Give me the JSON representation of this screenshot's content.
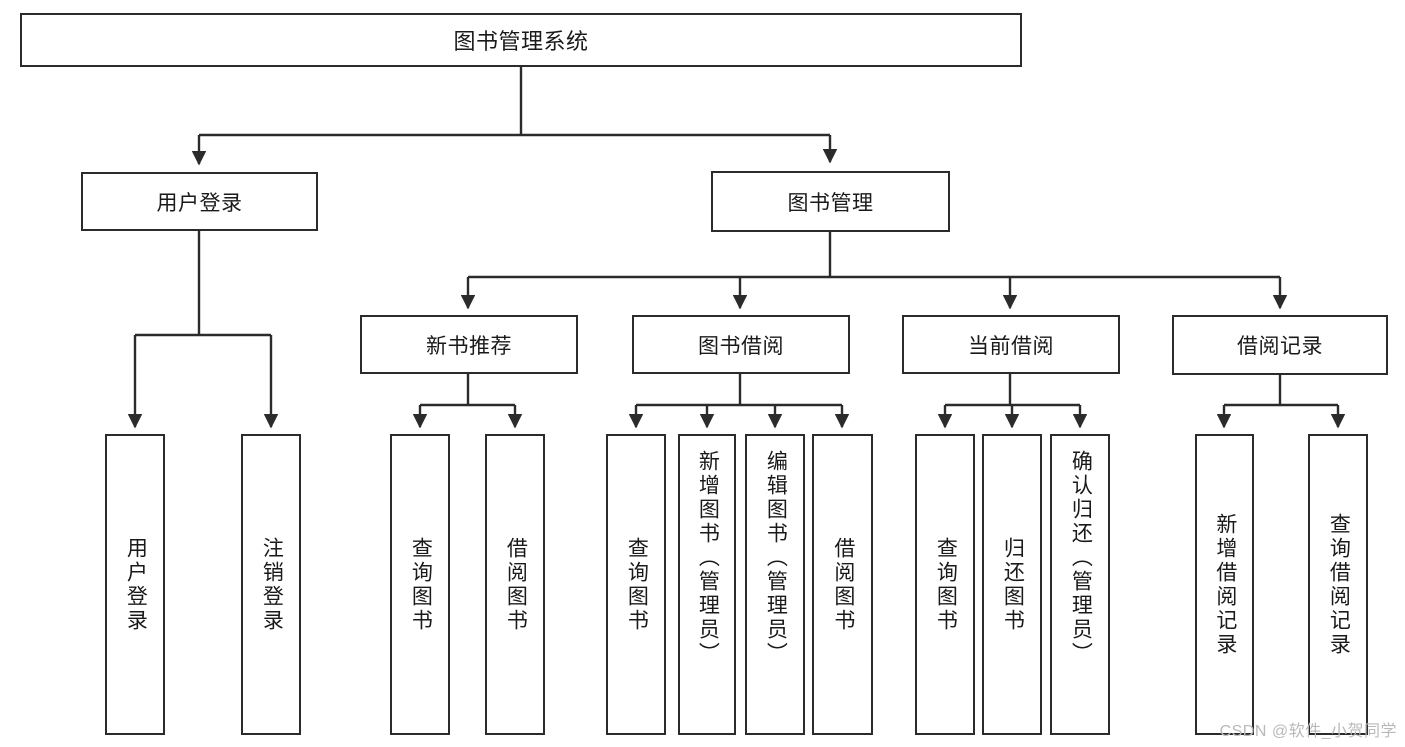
{
  "diagram": {
    "title": "图书管理系统",
    "type": "hierarchy-tree",
    "watermark": "CSDN @软件_小贺同学",
    "colors": {
      "stroke": "#2b2b2b",
      "background": "#ffffff",
      "text": "#1a1a1a",
      "watermark": "#b9b9b9"
    },
    "root": {
      "label": "图书管理系统"
    },
    "level1": [
      {
        "label": "用户登录"
      },
      {
        "label": "图书管理"
      }
    ],
    "level2": [
      {
        "label": "新书推荐"
      },
      {
        "label": "图书借阅"
      },
      {
        "label": "当前借阅"
      },
      {
        "label": "借阅记录"
      }
    ],
    "leaves": {
      "user_login": [
        {
          "label": "用户登录"
        },
        {
          "label": "注销登录"
        }
      ],
      "new_book_recommend": [
        {
          "label": "查询图书"
        },
        {
          "label": "借阅图书"
        }
      ],
      "book_borrow": [
        {
          "label": "查询图书"
        },
        {
          "label": "新增图书（管理员）"
        },
        {
          "label": "编辑图书（管理员）"
        },
        {
          "label": "借阅图书"
        }
      ],
      "current_borrow": [
        {
          "label": "查询图书"
        },
        {
          "label": "归还图书"
        },
        {
          "label": "确认归还（管理员）"
        }
      ],
      "borrow_record": [
        {
          "label": "新增借阅记录"
        },
        {
          "label": "查询借阅记录"
        }
      ]
    }
  }
}
